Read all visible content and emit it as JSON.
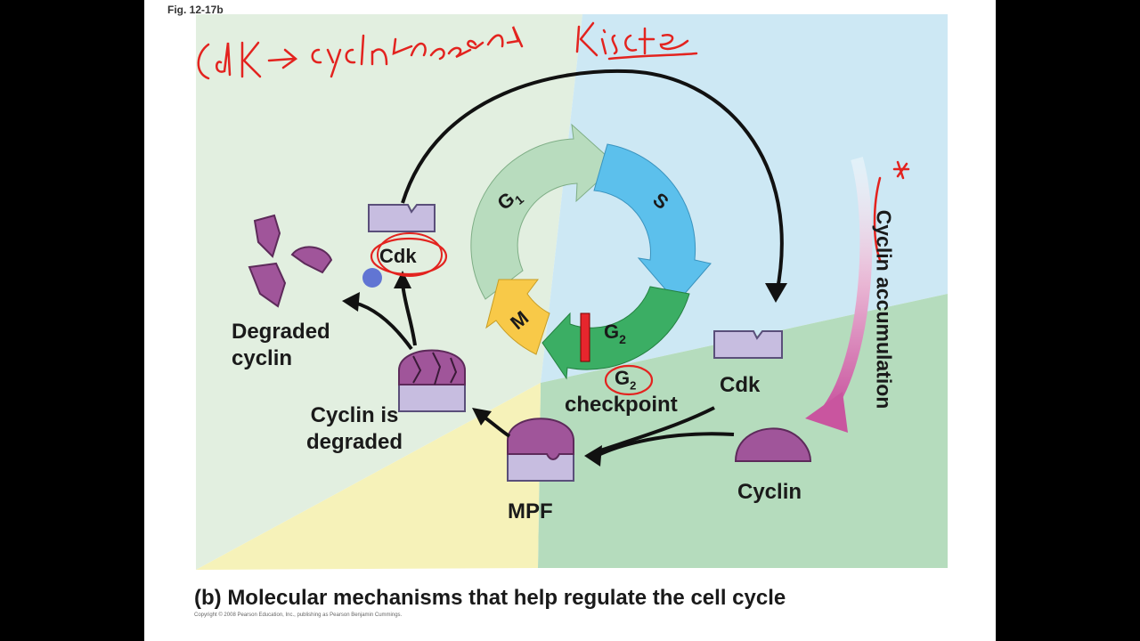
{
  "figure": {
    "fig_label": "Fig. 12-17b",
    "caption": "(b) Molecular mechanisms that help regulate the cell cycle",
    "copyright": "Copyright © 2008 Pearson Education, Inc., publishing as Pearson Benjamin Cummings."
  },
  "phases": {
    "g1": "G",
    "g1_sub": "1",
    "s": "S",
    "g2": "G",
    "g2_sub": "2",
    "m": "M"
  },
  "labels": {
    "cdk_top": "Cdk",
    "cdk_right": "Cdk",
    "degraded_cyclin": "Degraded cyclin",
    "cyclin_is_degraded": "Cyclin is degraded",
    "mpf": "MPF",
    "cyclin": "Cyclin",
    "g2_checkpoint_g": "G",
    "g2_checkpoint_sub": "2",
    "checkpoint": "checkpoint",
    "cyclin_accumulation": "Cyclin accumulation"
  },
  "annotations": {
    "handwritten_top": "CdK → cyclin dependent Kinase",
    "star_mark": "*"
  },
  "colors": {
    "bg_left": "#e2efe0",
    "bg_topright": "#cde8f4",
    "bg_bottomright": "#b5dcbd",
    "bg_bottom": "#f6f2b9",
    "g1": "#b8dcbe",
    "s": "#5cc0ec",
    "g2": "#3bae64",
    "m": "#f8c948",
    "cyclin": "#a0559a",
    "cdk": "#c7bde0",
    "checkpoint_bar": "#e6262d",
    "ink": "#e3231f",
    "pink_arrow": "#d98ab8"
  }
}
